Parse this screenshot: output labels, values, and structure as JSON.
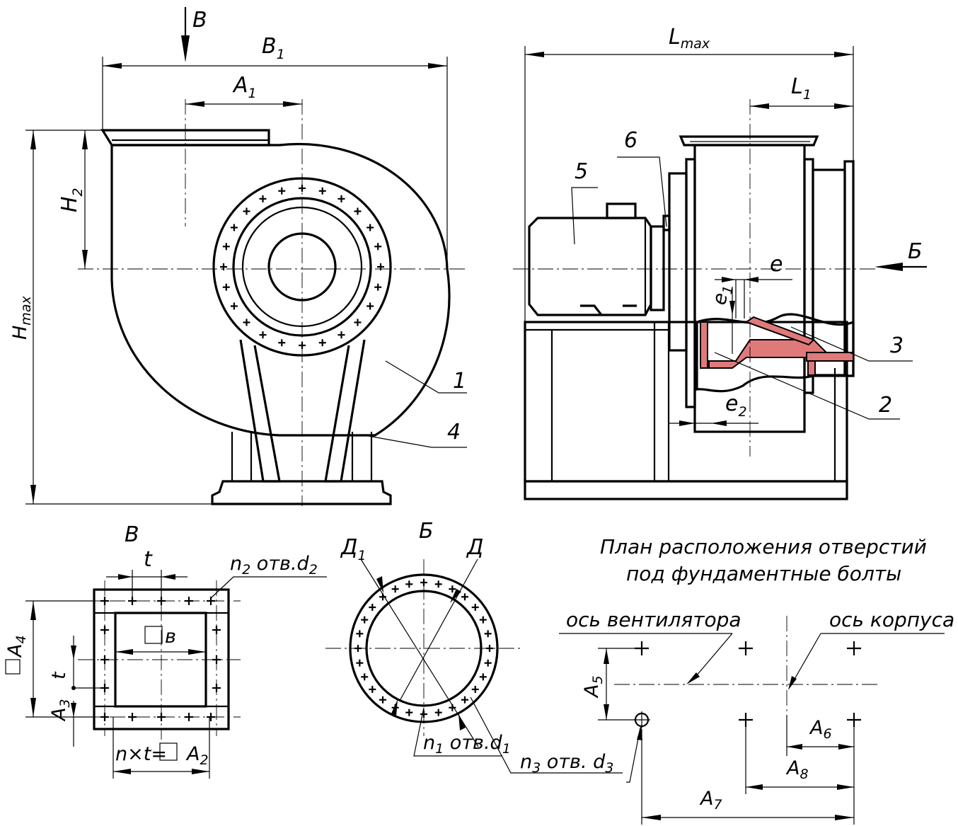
{
  "front_view": {
    "view_arrow": "В",
    "dim_B1": "B",
    "dim_B1_sub": "1",
    "dim_A1": "A",
    "dim_A1_sub": "1",
    "dim_H2": "H",
    "dim_H2_sub": "2",
    "dim_Hmax": "H",
    "dim_Hmax_sub": "max",
    "callout_1": "1",
    "callout_4": "4"
  },
  "side_view": {
    "dim_Lmax": "L",
    "dim_Lmax_sub": "max",
    "dim_L1": "L",
    "dim_L1_sub": "1",
    "view_arrow": "Б",
    "dim_e": "e",
    "dim_e1": "e",
    "dim_e1_sub": "1",
    "dim_e2": "e",
    "dim_e2_sub": "2",
    "callout_2": "2",
    "callout_3": "3",
    "callout_5": "5",
    "callout_6": "6"
  },
  "view_B_flange": {
    "title": "B",
    "dim_t_top": "t",
    "dim_t_side": "t",
    "holes_note": "n",
    "holes_note_sub": "2",
    "holes_note_mid": " отв.d",
    "holes_note_sub2": "2",
    "inner_size": "в",
    "dim_A4": "A",
    "dim_A4_sub": "4",
    "dim_A3": "A",
    "dim_A3_sub": "3",
    "dim_A2_prefix": "n×t=",
    "dim_A2": "A",
    "dim_A2_sub": "2"
  },
  "view_B_round": {
    "title": "Б",
    "dim_D1": "Д",
    "dim_D1_sub": "1",
    "dim_D": "Д",
    "holes_n1": "n",
    "holes_n1_sub": "1",
    "holes_n1_mid": " отв.d",
    "holes_n1_sub2": "1",
    "holes_n3": "n",
    "holes_n3_sub": "3",
    "holes_n3_mid": " отв. d",
    "holes_n3_sub2": "3"
  },
  "foundation_plan": {
    "title_line1": "План расположения отверстий",
    "title_line2": "под фундаментные болты",
    "fan_axis": "ось вентилятора",
    "housing_axis": "ось корпуса",
    "dim_A5": "A",
    "dim_A5_sub": "5",
    "dim_A6": "A",
    "dim_A6_sub": "6",
    "dim_A7": "A",
    "dim_A7_sub": "7",
    "dim_A8": "A",
    "dim_A8_sub": "8"
  }
}
